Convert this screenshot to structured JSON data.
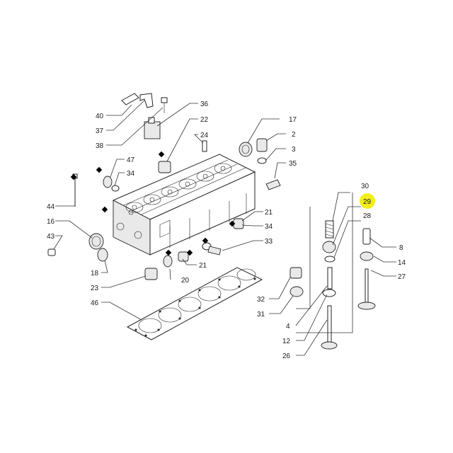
{
  "diagram": {
    "highlight_color": "#f2ee1e",
    "highlighted_label": "29",
    "labels": {
      "l40": "40",
      "l37": "37",
      "l38": "38",
      "l36": "36",
      "l22": "22",
      "l24": "24",
      "l17": "17",
      "l2": "2",
      "l3": "3",
      "l35": "35",
      "l47": "47",
      "l34a": "34",
      "l44": "44",
      "l16": "16",
      "l43": "43",
      "l18": "18",
      "l23": "23",
      "l46": "46",
      "l20": "20",
      "l21a": "21",
      "l21b": "21",
      "l34b": "34",
      "l33": "33",
      "l30": "30",
      "l29": "29",
      "l28": "28",
      "l8": "8",
      "l14": "14",
      "l27": "27",
      "l32": "32",
      "l31": "31",
      "l4": "4",
      "l12": "12",
      "l26": "26"
    }
  }
}
